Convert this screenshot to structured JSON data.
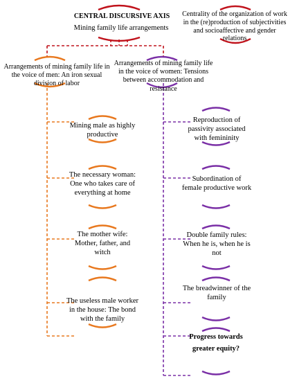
{
  "colors": {
    "red": "#c0121b",
    "orange": "#e8781e",
    "purple": "#7a2fa6"
  },
  "central": {
    "title": "CENTRAL DISCURSIVE AXIS",
    "subtitle": "Mining family life arrangements"
  },
  "note": "Centrality of the organization of work in the (re)production of subjectivities and socioaffective and gender relations",
  "men": {
    "heading": "Arrangements of mining family life in the voice of men: An iron sexual division of labor",
    "items": [
      "Mining male as highly productive",
      "The necessary woman: One who takes care of everything at home",
      "The mother wife: Mother, father, and witch",
      "The useless male worker in the house: The bond with the family"
    ]
  },
  "women": {
    "heading": "Arrangements of mining family life in the voice of women: Tensions between accommodation and resistance",
    "items": [
      "Reproduction of passivity associated with femininity",
      "Subordination of female productive work",
      "Double family rules: When he is, when he is not",
      "The breadwinner of the family"
    ],
    "final": "Progress towards greater equity?"
  }
}
